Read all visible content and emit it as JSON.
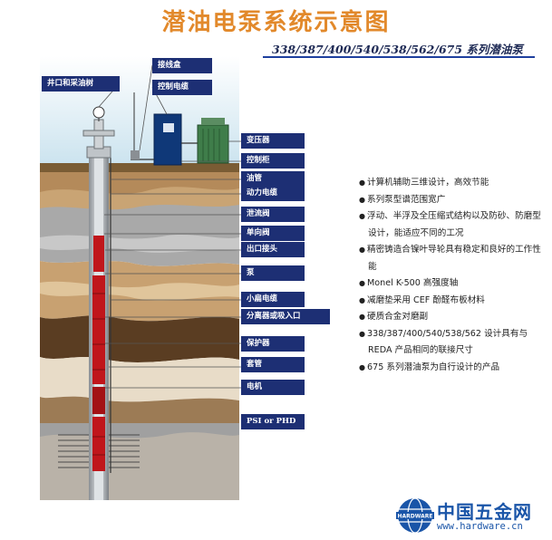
{
  "title": "潜油电泵系统示意图",
  "subtitle": "338/387/400/540/538/562/675 系列潜油泵",
  "labels": {
    "wellhead": "井口和采油树",
    "junction_box": "接线盒",
    "control_cable": "控制电缆",
    "transformer": "变压器",
    "control_cabinet": "控制柜",
    "tubing": "油管",
    "power_cable": "动力电缆",
    "drain_valve": "泄流阀",
    "check_valve": "单向阀",
    "discharge_head": "出口接头",
    "pump": "泵",
    "flat_cable": "小扁电缆",
    "separator_intake": "分离器或吸入口",
    "protector": "保护器",
    "casing": "套管",
    "motor": "电机",
    "psi_phd": "PSI or PHD"
  },
  "features": [
    "计算机辅助三维设计，高效节能",
    "系列泵型谱范围宽广",
    "浮动、半浮及全压缩式结构以及防砂、防磨型设计，能适应不同的工况",
    "精密铸造合镍叶导轮具有稳定和良好的工作性能",
    "Monel K-500 高强度轴",
    "减磨垫采用 CEF 酚醛布板材料",
    "硬质合金对磨副",
    "338/387/400/540/538/562 设计具有与 REDA 产品相同的联接尺寸",
    "675 系列潜油泵为自行设计的产品"
  ],
  "logo": {
    "name": "中国五金网",
    "badge": "HARDWARE",
    "url": "www.hardware.cn"
  },
  "colors": {
    "title": "#e2892b",
    "label_bg": "#1d2f74",
    "pump_red": "#c0161b",
    "logo_blue": "#1a55a8"
  }
}
